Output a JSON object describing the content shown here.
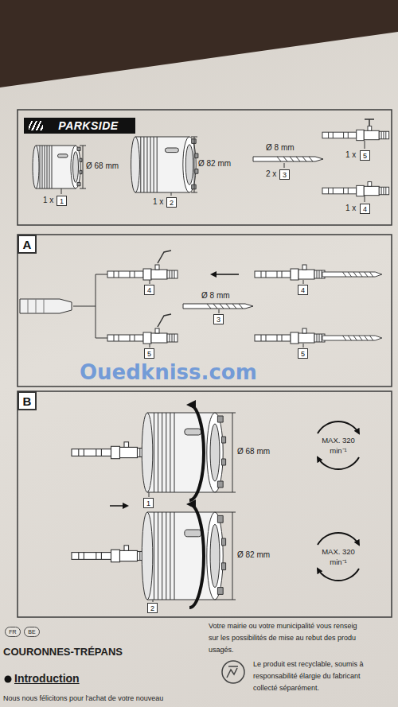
{
  "diagram": {
    "nodes": [
      {
        "text": [
          "PARKSIDE"
        ]
      },
      {
        "text": [
          "1"
        ]
      },
      {
        "text": [
          "2"
        ]
      },
      {
        "text": [
          "3"
        ]
      },
      {
        "text": [
          "5"
        ]
      },
      {
        "text": [
          "4"
        ]
      },
      {
        "text": [
          "A"
        ]
      },
      {
        "text": [
          "4"
        ]
      },
      {
        "text": [
          "4"
        ]
      },
      {
        "text": [
          "5"
        ]
      },
      {
        "text": [
          "3"
        ]
      },
      {
        "text": [
          "5"
        ]
      },
      {
        "text": [
          "B"
        ]
      },
      {
        "text": [
          "1"
        ]
      },
      {
        "text": [
          "2"
        ]
      },
      {
        "text": [
          "FR"
        ]
      },
      {
        "text": [
          "BE"
        ]
      }
    ],
    "labels": [
      "Ø 68 mm",
      "1 x",
      "Ø 82 mm",
      "1 x",
      "Ø 8 mm",
      "2 x",
      "1 x",
      "1 x",
      "Ø 8 mm",
      "Ouedkniss.com",
      "Ø 68 mm",
      "MAX. 320 min⁻¹",
      "Ø 82 mm",
      "MAX. 320 min⁻¹",
      "COURONNES-TRÉPANS",
      "Introduction",
      "Nous nous félicitons pour l'achat de votre nouveau",
      "Votre mairie ou votre municipalité vous renseig",
      "sur les possibilités de mise au rebut des produ",
      "usagés.",
      "Le produit est recyclable, soumis à",
      "responsabilité élargie du fabricant",
      "collecté séparément."
    ]
  }
}
